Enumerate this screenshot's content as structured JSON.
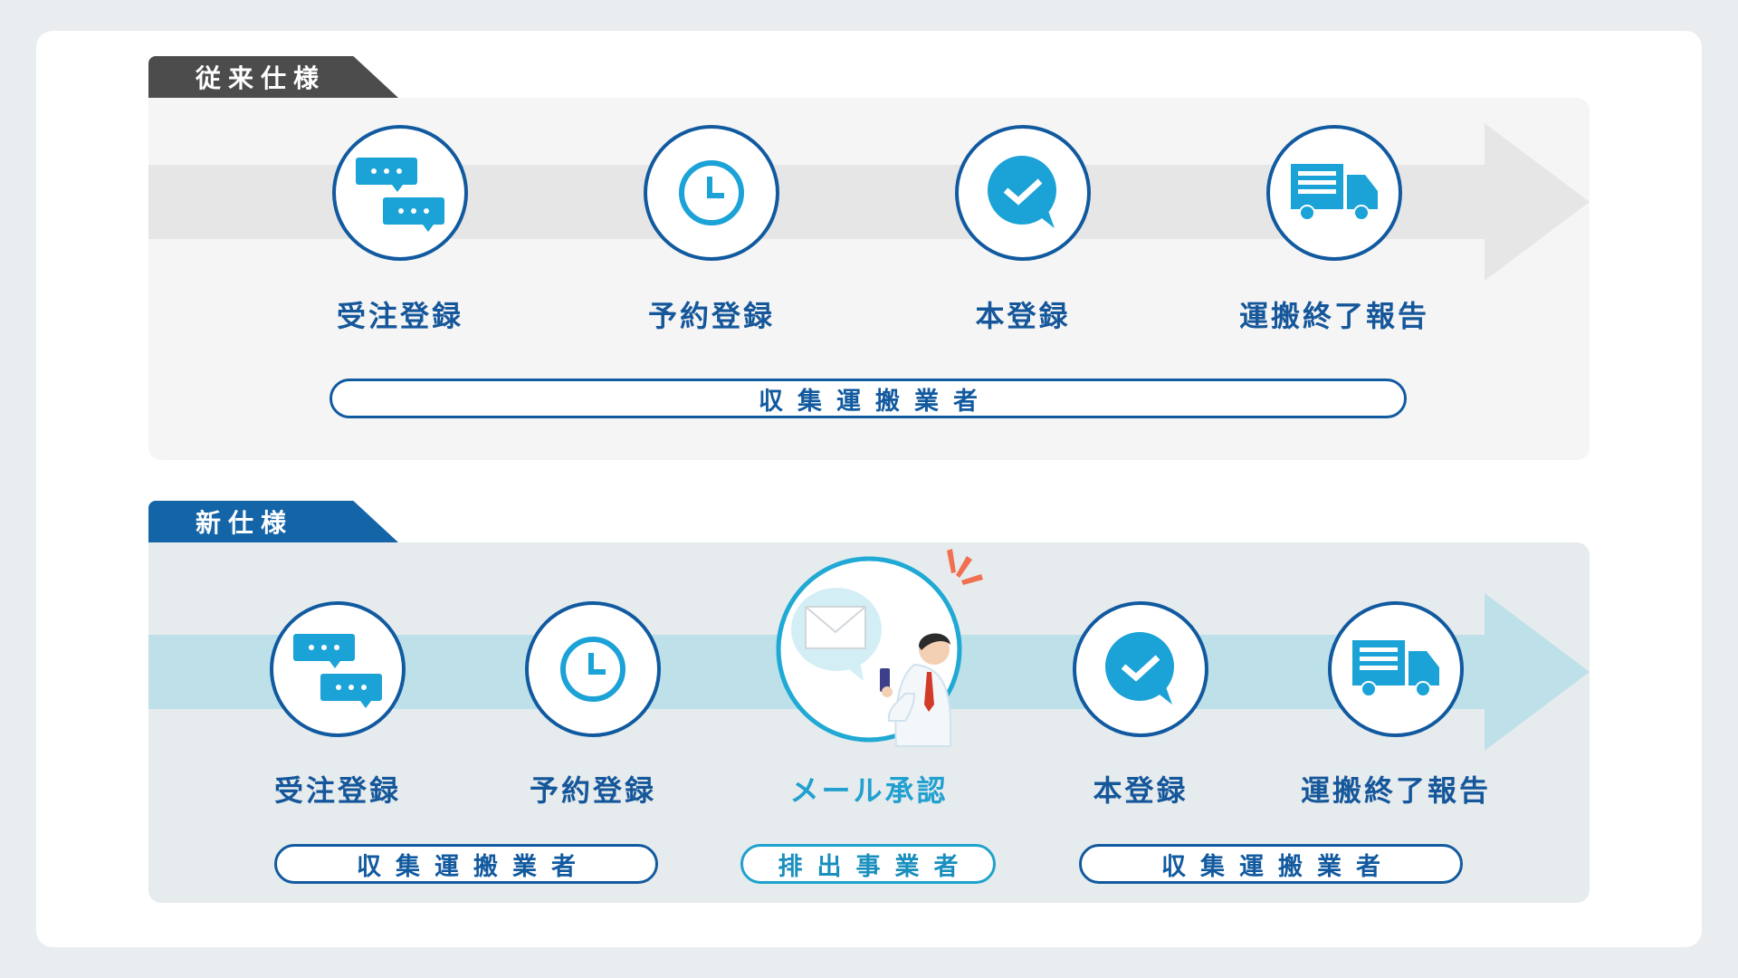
{
  "colors": {
    "navy": "#115aa0",
    "cyan": "#22a0cf",
    "old_tag": "#4c4c4c",
    "new_tag": "#1464a8",
    "old_arrow": "#e6e6e6",
    "new_arrow": "#bde0e9"
  },
  "old_spec": {
    "tag": "従来仕様",
    "steps": [
      {
        "label": "受注登録",
        "icon": "chat-bubbles-icon"
      },
      {
        "label": "予約登録",
        "icon": "clock-icon"
      },
      {
        "label": "本登録",
        "icon": "check-bubble-icon"
      },
      {
        "label": "運搬終了報告",
        "icon": "truck-icon"
      }
    ],
    "actor": "収集運搬業者"
  },
  "new_spec": {
    "tag": "新仕様",
    "steps": [
      {
        "label": "受注登録",
        "icon": "chat-bubbles-icon"
      },
      {
        "label": "予約登録",
        "icon": "clock-icon"
      },
      {
        "label": "メール承認",
        "icon": "mail-approval-person-icon"
      },
      {
        "label": "本登録",
        "icon": "check-bubble-icon"
      },
      {
        "label": "運搬終了報告",
        "icon": "truck-icon"
      }
    ],
    "actors": [
      "収集運搬業者",
      "排出事業者",
      "収集運搬業者"
    ]
  }
}
